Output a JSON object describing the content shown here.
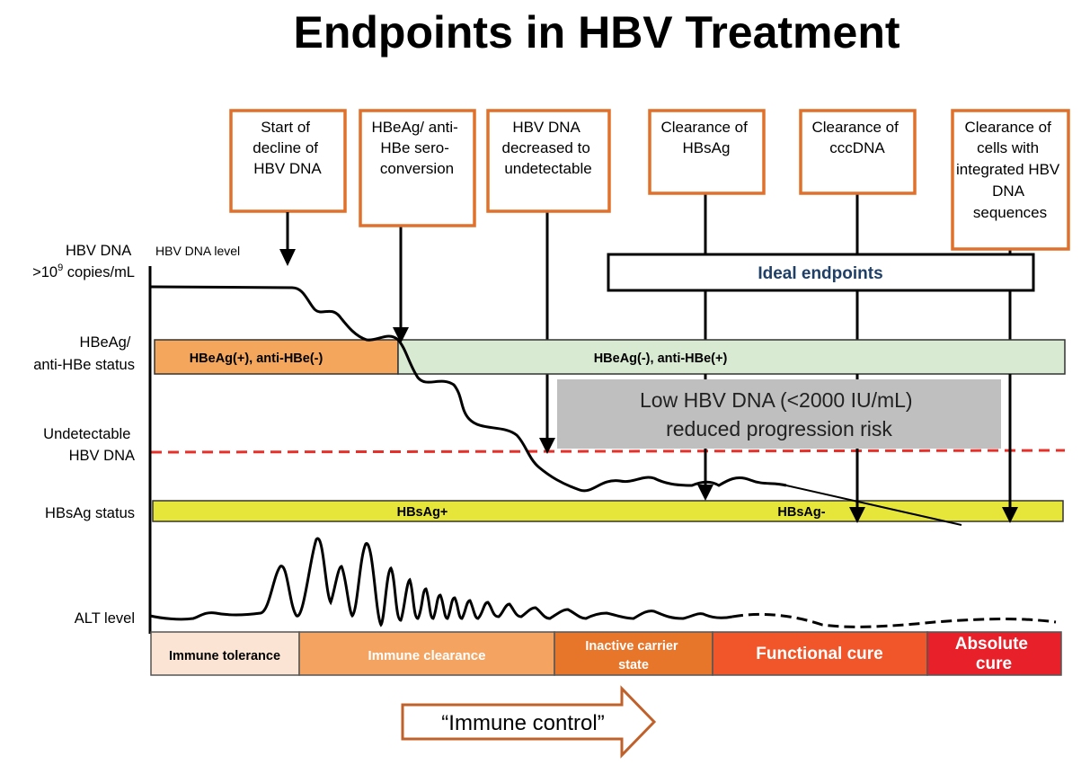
{
  "title": "Endpoints in HBV Treatment",
  "endpoint_boxes": [
    {
      "lines": [
        "Start of",
        "decline of",
        "HBV DNA"
      ]
    },
    {
      "lines": [
        "HBeAg/ anti-",
        "HBe sero-",
        "conversion"
      ]
    },
    {
      "lines": [
        "HBV DNA",
        "decreased to",
        "undetectable"
      ]
    },
    {
      "lines": [
        "Clearance of",
        "HBsAg"
      ]
    },
    {
      "lines": [
        "Clearance of",
        "cccDNA"
      ]
    },
    {
      "lines": [
        "Clearance of",
        "cells with",
        "integrated HBV",
        "DNA",
        "sequences"
      ]
    }
  ],
  "row_labels": {
    "hbv_dna": {
      "line1": "HBV DNA",
      "line2_prefix": ">10",
      "line2_sup": "9",
      "line2_suffix": " copies/mL"
    },
    "hbeag": {
      "line1": "HBeAg/",
      "line2": "anti-HBe status"
    },
    "undetectable": {
      "line1": "Undetectable",
      "line2": "HBV DNA"
    },
    "hbsag": "HBsAg status",
    "alt": "ALT level"
  },
  "hbv_dna_level_label": "HBV DNA level",
  "ideal_endpoints": "Ideal endpoints",
  "hbeag_bars": {
    "positive": "HBeAg(+), anti-HBe(-)",
    "negative": "HBeAg(-), anti-HBe(+)"
  },
  "low_dna_box": {
    "line1": "Low HBV DNA (<2000 IU/mL)",
    "line2": "reduced progression risk"
  },
  "hbsag_bar": {
    "positive": "HBsAg+",
    "negative": "HBsAg-"
  },
  "phases": [
    {
      "lines": [
        "Immune tolerance"
      ]
    },
    {
      "lines": [
        "Immune clearance"
      ]
    },
    {
      "lines": [
        "Inactive carrier",
        "state"
      ]
    },
    {
      "lines": [
        "Functional cure"
      ]
    },
    {
      "lines": [
        "Absolute",
        "cure"
      ]
    }
  ],
  "immune_control_arrow": "“Immune control”",
  "colors": {
    "box_border": "#e0702a",
    "hbeag_positive": "#f4a75c",
    "hbeag_negative": "#d9ead3",
    "hbsag_bar": "#e6e63a",
    "undetectable_line": "#e8302a",
    "low_dna_box": "#bfbfbf",
    "ideal_text": "#1f3f66",
    "phase_tolerance": "#fbe4d3",
    "phase_clearance": "#f4a460",
    "phase_inactive": "#e8762a",
    "phase_functional": "#f0562a",
    "phase_absolute": "#e8202a"
  }
}
